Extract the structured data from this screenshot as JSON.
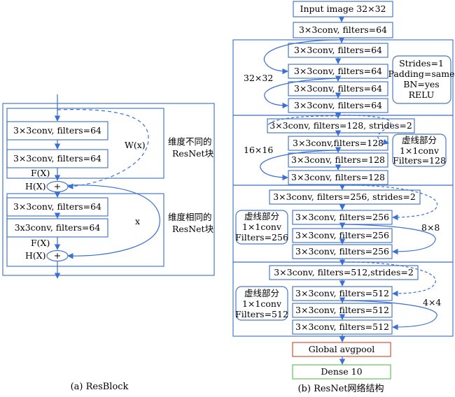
{
  "colors": {
    "line": "#3a6fd4",
    "stroke": "#4a78c8",
    "pool_border": "#d4542b",
    "dense_border": "#5fc45a"
  },
  "resblock": {
    "block1": {
      "conv1": "3×3conv, filters=64",
      "conv2": "3×3conv, filters=64",
      "wx_label": "W(x)",
      "fx_label": "F(X)",
      "hx_label": "H(X)",
      "plus": "+",
      "side_line1": "维度不同的",
      "side_line2": "ResNet块"
    },
    "block2": {
      "conv1": "3×3conv, filters=64",
      "conv2": "3x3conv, filters=64",
      "x_label": "x",
      "fx_label": "F(X)",
      "hx_label": "H(X)",
      "plus": "+",
      "side_line1": "维度相同的",
      "side_line2": "ResNet块"
    },
    "caption": "(a) ResBlock"
  },
  "resnet": {
    "input": "Input image 32×32",
    "stem": "3×3conv, filters=64",
    "stage1": {
      "convs": [
        "3×3conv, filters=64",
        "3×3conv, filters=64",
        "3×3conv, filters=64",
        "3×3conv, filters=64"
      ],
      "size": "32×32",
      "note": [
        "Strides=1",
        "Padding=same",
        "BN=yes",
        "RELU"
      ]
    },
    "stage2": {
      "convs": [
        "3×3conv, filters=128, strides=2",
        "3×3conv,filters=128",
        "3×3conv, filters=128",
        "3×3conv, filters=128"
      ],
      "size": "16×16",
      "note": [
        "虚线部分",
        "1×1conv",
        "Filters=128"
      ]
    },
    "stage3": {
      "convs": [
        "3×3conv, filters=256, strides=2",
        "3×3conv, filters=256",
        "3×3conv, filters=256",
        "3×3conv, filters=256"
      ],
      "size": "8×8",
      "note": [
        "虚线部分",
        "1×1conv",
        "Filters=256"
      ]
    },
    "stage4": {
      "convs": [
        "3×3conv, filters=512,strides=2",
        "3×3conv, filters=512",
        "3×3conv, filters=512",
        "3×3conv, filters=512"
      ],
      "size": "4×4",
      "note": [
        "虚线部分",
        "1×1conv",
        "Filters=512"
      ]
    },
    "pool": "Global avgpool",
    "dense": "Dense 10",
    "caption": "(b) ResNet网络结构"
  }
}
